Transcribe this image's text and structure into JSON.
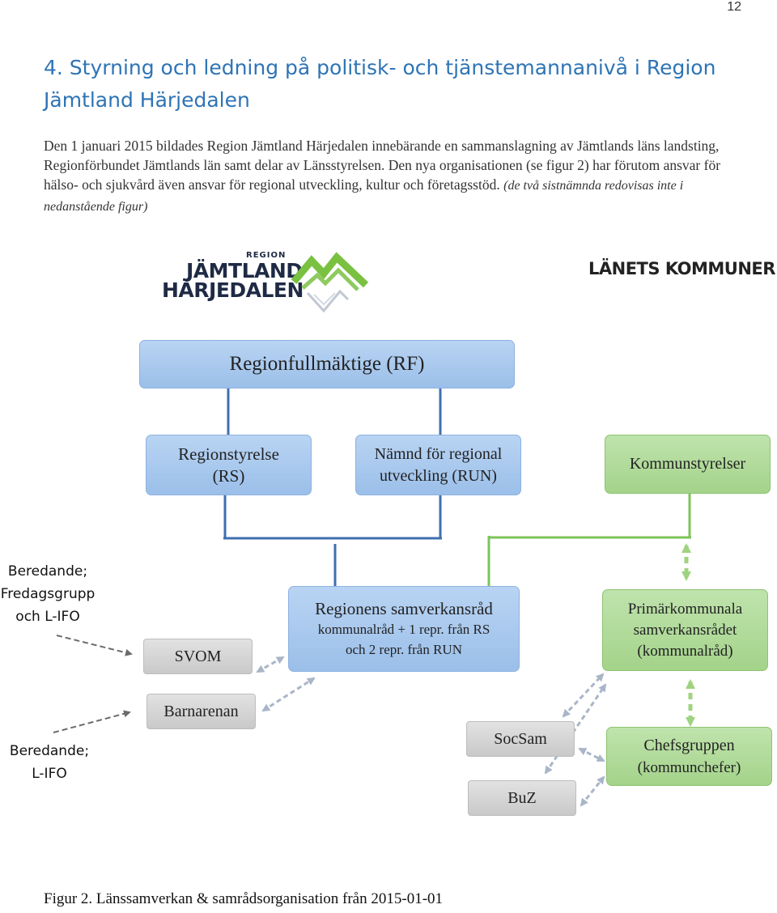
{
  "page_number": "12",
  "heading": "4. Styrning och ledning på politisk- och tjänstemannanivå i Region Jämtland Härjedalen",
  "paragraph": {
    "text": "Den 1 januari 2015 bildades Region Jämtland Härjedalen innebärande en sammanslagning av Jämtlands läns landsting, Regionförbundet Jämtlands län samt delar av Länsstyrelsen. Den nya organisationen (se figur 2) har förutom ansvar för hälso- och sjukvård även ansvar för regional utveckling, kultur och företagsstöd. ",
    "italic": "(de två sistnämnda redovisas inte i nedanstående figur)"
  },
  "logo": {
    "small": "REGION",
    "line1": "JÄMTLAND",
    "line2": "HÄRJEDALEN"
  },
  "lanets_kommuner": "LÄNETS KOMMUNER",
  "boxes": {
    "rf": "Regionfullmäktige (RF)",
    "rs_1": "Regionstyrelse",
    "rs_2": "(RS)",
    "run_1": "Nämnd för regional",
    "run_2": "utveckling (RUN)",
    "kommunstyrelser": "Kommunstyrelser",
    "samverkansrad_title": "Regionens samverkansråd",
    "samverkansrad_sub1": "kommunalråd + 1 repr. från RS",
    "samverkansrad_sub2": "och 2 repr. från RUN",
    "primar_1": "Primärkommunala",
    "primar_2": "samverkansrådet",
    "primar_3": "(kommunalråd)",
    "svom": "SVOM",
    "barnarenan": "Barnarenan",
    "socsam": "SocSam",
    "buz": "BuZ",
    "chefs_1": "Chefsgruppen",
    "chefs_2": "(kommunchefer)"
  },
  "side_labels": {
    "beredande1_1": "Beredande;",
    "beredande1_2": "Fredagsgrupp",
    "beredande1_3": "och L-IFO",
    "beredande2_1": "Beredande;",
    "beredande2_2": "L-IFO"
  },
  "caption": "Figur 2. Länssamverkan & samrådsorganisation från 2015-01-01",
  "colors": {
    "heading": "#2e74b5",
    "blue_box": "#9bbfe9",
    "green_box": "#a4d38a",
    "gray_box": "#c9c9c9",
    "blue_line": "#3f6fb0",
    "green_line": "#7cc45a",
    "logo_green": "#7ac142"
  }
}
